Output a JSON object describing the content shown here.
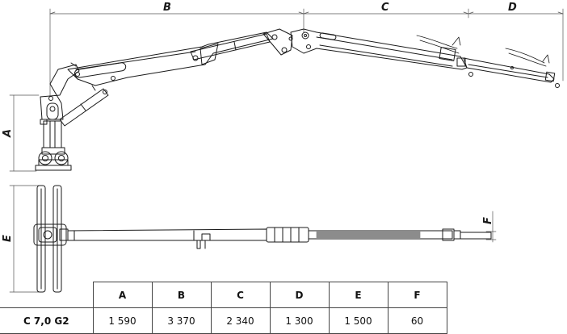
{
  "dimensions": {
    "A": "A",
    "B": "B",
    "C": "C",
    "D": "D",
    "E": "E",
    "F": "F"
  },
  "table": {
    "headers": [
      "A",
      "B",
      "C",
      "D",
      "E",
      "F"
    ],
    "rows": [
      {
        "model": "C 7,0 G2",
        "values": [
          "1 590",
          "3 370",
          "2 340",
          "1 300",
          "1 500",
          "60"
        ]
      }
    ]
  },
  "colors": {
    "line": "#1a1a1a",
    "dim": "#555555"
  }
}
